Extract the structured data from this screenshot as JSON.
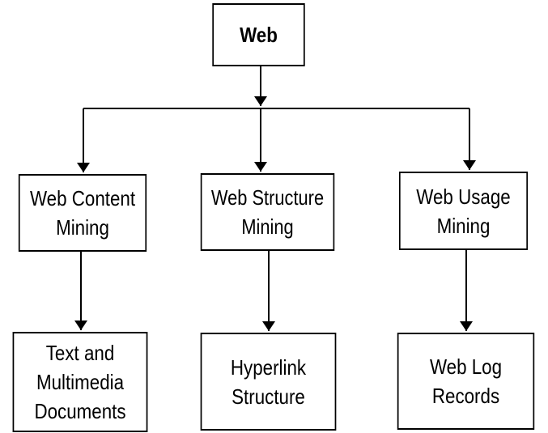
{
  "diagram": {
    "root": {
      "label": "Web"
    },
    "categories": [
      {
        "label": "Web Content\nMining",
        "child": "Text and\nMultimedia\nDocuments"
      },
      {
        "label": "Web Structure\nMining",
        "child": "Hyperlink\nStructure"
      },
      {
        "label": "Web Usage\nMining",
        "child": "Web Log\nRecords"
      }
    ],
    "colors": {
      "line": "#000000",
      "box_border": "#000000",
      "text": "#000000",
      "background": "#ffffff"
    }
  }
}
